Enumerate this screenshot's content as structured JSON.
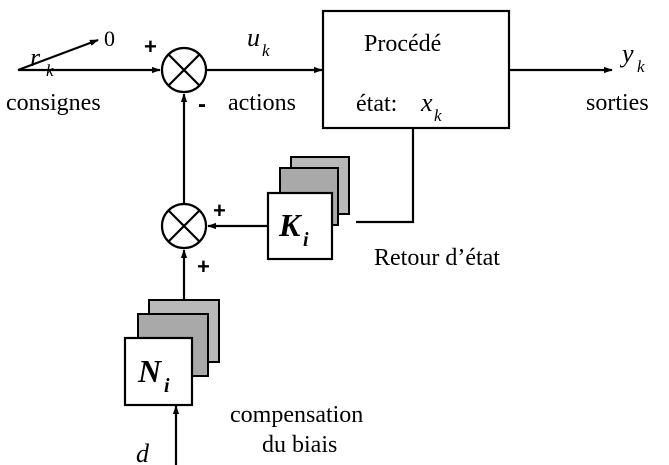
{
  "input": {
    "label_r": "r",
    "label_r_sub": "k",
    "label_zero": "0",
    "caption": "consignes"
  },
  "sum_top": {
    "sign_left": "+",
    "sign_bottom": "-"
  },
  "control": {
    "label_u": "u",
    "label_u_sub": "k",
    "caption": "actions"
  },
  "process": {
    "title": "Procédé",
    "state_label": "état:",
    "state_x": "x",
    "state_x_sub": "k"
  },
  "output": {
    "label_y": "y",
    "label_y_sub": "k",
    "caption": "sorties"
  },
  "sum_bottom": {
    "sign_right": "+",
    "sign_bottom": "+"
  },
  "gain_K": {
    "symbol": "K",
    "sub": "i",
    "caption": "Retour d’état"
  },
  "gain_N": {
    "symbol": "N",
    "sub": "i",
    "caption_line1": "compensation",
    "caption_line2": "du biais"
  },
  "disturbance": {
    "label": "d"
  }
}
